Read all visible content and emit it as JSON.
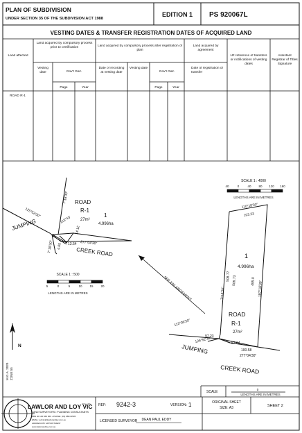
{
  "header": {
    "title": "PLAN OF SUBDIVISION",
    "subtitle": "UNDER SECTION 35 OF THE SUBDIVISION ACT 1988",
    "edition": "EDITION 1",
    "plan_number": "PS 920067L"
  },
  "vesting_table": {
    "title": "VESTING DATES & TRANSFER REGISTRATION DATES OF ACQUIRED LAND",
    "col_land_affected": "Land affected",
    "group_compulsory": "Land acquired by compulsory process prior to certification",
    "group_plan": "Land acquired by compulsory process after registration of plan",
    "group_agreement": "Land acquired by agreement",
    "col_lr_ref": "LR reference of transfers or notifications of vesting dates",
    "col_assistant": "Assistant Registrar of Titles Signature",
    "vesting_date": "Vesting date",
    "govt_gaz": "Gov't Gaz.",
    "page": "Page",
    "year": "Year",
    "date_recording": "Date of recording at vesting date",
    "date_registration": "Date of registration of transfer",
    "rows": [
      "ROAD R-1"
    ]
  },
  "plan_upper": {
    "road_label": "ROAD",
    "road_id": "R-1",
    "lot_number": "1",
    "lot_area": "4.996ha",
    "road_area": "27m²",
    "street_1": "JUMPING",
    "street_2": "CREEK ROAD",
    "bearings": [
      "7°18'30\"",
      "125°52'30\"",
      "7°18'30\"",
      "113°43'",
      "14.12",
      "4.05",
      "277°04'30\"",
      "13.54"
    ],
    "scale_title": "SCALE 1 : 500",
    "scale_ticks": [
      "5",
      "0",
      "5",
      "10",
      "15",
      "20"
    ],
    "scale_caption": "LENGTHS ARE IN METRES"
  },
  "plan_lower": {
    "scale_title": "SCALE 1 : 4000",
    "scale_ticks": [
      "40",
      "0",
      "40",
      "80",
      "120",
      "160"
    ],
    "scale_caption": "LENGTHS ARE IN METRES",
    "enlargement": "SEE ENLARGEMENT",
    "lot_number": "1",
    "lot_area": "4.996ha",
    "road_label": "ROAD",
    "road_id": "R-1",
    "road_area": "27m²",
    "street_1": "JUMPING",
    "street_2": "CREEK ROAD",
    "dims": [
      "110°18'30\"",
      "103.23",
      "508.77",
      "506.73",
      "7°18'30\"",
      "495.0",
      "187°18'30\"",
      "113°06'30\"",
      "97.23",
      "125°52'30\"",
      "100.58",
      "87.04",
      "277°04'30\""
    ]
  },
  "north": {
    "label_1": "M.G.A. 2020",
    "label_2": "ZONE 55"
  },
  "title_block": {
    "scale_label": "SCALE",
    "scale_value": "0",
    "scale_caption": "LENGTHS ARE IN METRES",
    "firm_name": "LAWLOR AND LOY VIC",
    "firm_suffix": "PTY LTD",
    "firm_tagline": "LAND SURVEYORS • PLANNING CONSULTANTS",
    "firm_details": [
      "ABN 40 130 660 660 • PHONE: (03) 9894 3505",
      "EMAIL: admin@lawlorandloy.com.au",
      "ADDRESS BY APPOINTMENT",
      "www.lawlorandloy.com.au"
    ],
    "ref_label": "REF:",
    "ref_value": "9242-3",
    "version_label": "VERSION:",
    "version_value": "1",
    "surveyor_label": "LICENSED SURVEYOR",
    "surveyor_name": "DEAN PAUL EDDY",
    "original_sheet": "ORIGINAL SHEET",
    "sheet_size": "SIZE: A3",
    "sheet_label": "SHEET 2"
  }
}
